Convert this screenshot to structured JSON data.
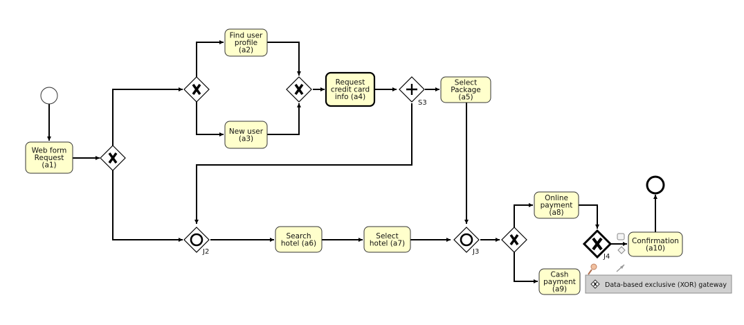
{
  "diagram": {
    "tasks": {
      "a1": {
        "lines": [
          "Web form",
          "Request",
          "(a1)"
        ]
      },
      "a2": {
        "lines": [
          "Find user",
          "profile",
          "(a2)"
        ]
      },
      "a3": {
        "lines": [
          "New user",
          "(a3)"
        ]
      },
      "a4": {
        "lines": [
          "Request",
          "credit card",
          "info (a4)"
        ]
      },
      "a5": {
        "lines": [
          "Select",
          "Package",
          "(a5)"
        ]
      },
      "a6": {
        "lines": [
          "Search",
          "hotel (a6)"
        ]
      },
      "a7": {
        "lines": [
          "Select",
          "hotel (a7)"
        ]
      },
      "a8": {
        "lines": [
          "Online",
          "payment",
          "(a8)"
        ]
      },
      "a9": {
        "lines": [
          "Cash",
          "payment",
          "(a9)"
        ]
      },
      "a10": {
        "lines": [
          "Confirmation",
          "(a10)"
        ]
      }
    },
    "gateway_labels": {
      "S3": "S3",
      "J2": "J2",
      "J3": "J3",
      "J4": "J4"
    },
    "tooltip": {
      "icon": "xor-gateway-icon",
      "text": "Data-based exclusive (XOR) gateway"
    },
    "colors": {
      "task_fill": "#ffffcc",
      "tooltip_fill": "#d0d0d0",
      "edge": "#000000"
    }
  }
}
